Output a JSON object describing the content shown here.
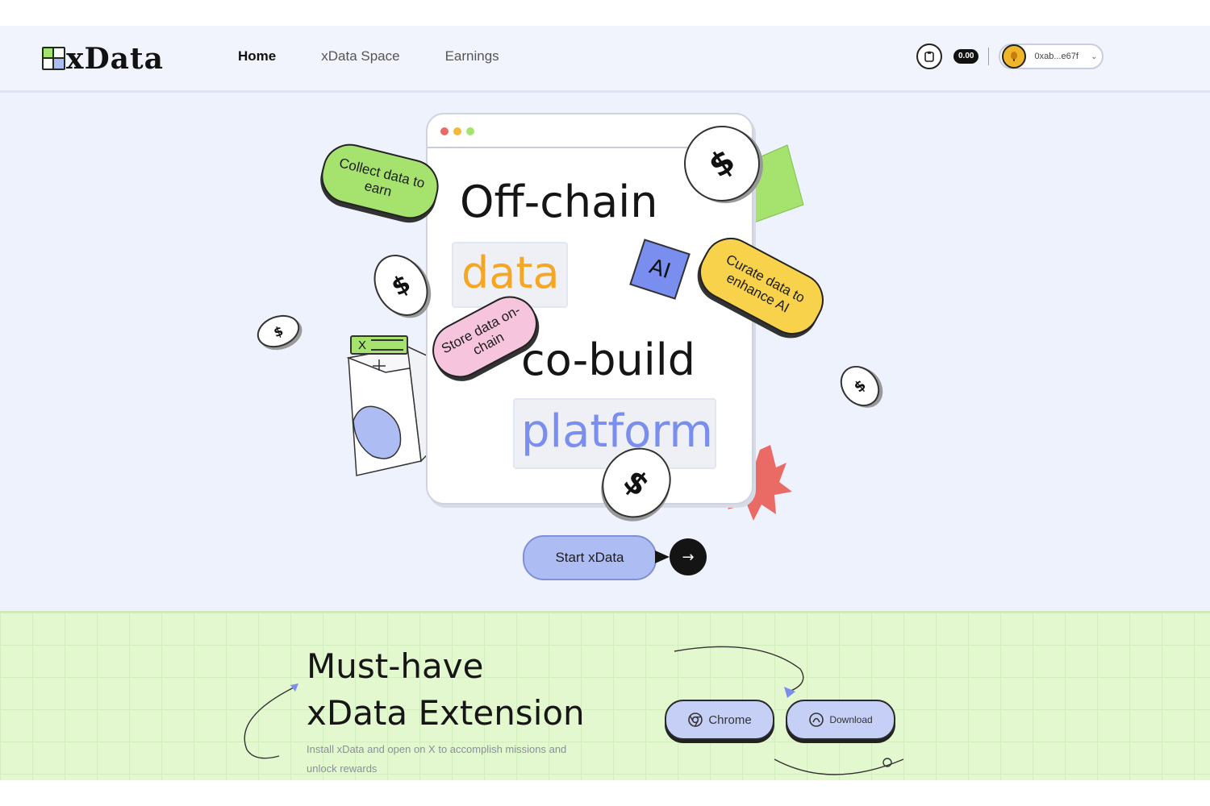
{
  "brand": {
    "name": "xData"
  },
  "nav": {
    "items": [
      "Home",
      "xData Space",
      "Earnings"
    ],
    "active": "Home"
  },
  "header": {
    "points_badge": "0.00",
    "wallet_address": "0xab...e67f",
    "icons": [
      "clipboard-icon",
      "wallet-avatar-icon",
      "chevron-down-icon"
    ]
  },
  "hero": {
    "line1": "Off-chain",
    "word_data": "data",
    "ai_label": "AI",
    "line3": "co-build",
    "word_platform": "platform",
    "pills": {
      "collect": "Collect data to earn",
      "curate": "Curate data to enhance AI",
      "store": "Store data on-chain"
    },
    "x_tag": "X",
    "coin_symbol": "$",
    "cta_label": "Start xData",
    "cta_arrow": "→"
  },
  "extension": {
    "title_line1": "Must-have",
    "title_line2": "xData Extension",
    "subtitle": "Install xData and open on X to accomplish missions and unlock rewards",
    "chrome_label": "Chrome",
    "download_label": "Download"
  },
  "colors": {
    "accent_blue": "#aebcf4",
    "accent_green": "#a6e36e",
    "accent_yellow": "#f8d24a",
    "accent_pink": "#f6c4dd",
    "accent_red": "#ea6a66",
    "word_data": "#f5a623",
    "word_platform": "#7a8ef0"
  }
}
